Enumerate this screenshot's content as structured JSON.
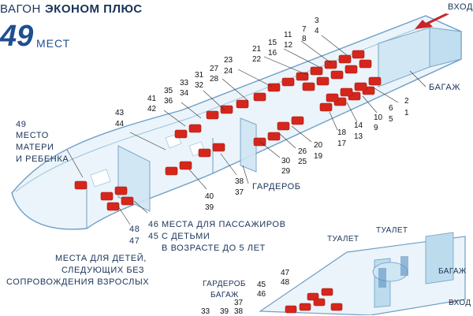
{
  "header": {
    "prefix": "ВАГОН",
    "title_bold": "ЭКОНОМ ПЛЮС",
    "seat_count": "49",
    "seat_word": "МЕСТ"
  },
  "labels": {
    "entrance": "ВХОД",
    "luggage": "БАГАЖ",
    "wardrobe": "ГАРДЕРОБ",
    "mother_lines": [
      "МЕСТО",
      "МАТЕРИ",
      "И РЕБЕНКА"
    ],
    "children_lines": [
      "МЕСТА ДЛЯ ПАССАЖИРОВ",
      "С ДЕТЬМИ",
      "В ВОЗРАСТЕ ДО 5 ЛЕТ"
    ],
    "unaccompanied_lines": [
      "МЕСТА ДЛЯ ДЕТЕЙ,",
      "СЛЕДУЮЩИХ БЕЗ",
      "СОПРОВОЖДЕНИЯ ВЗРОСЛЫХ"
    ],
    "toilet": "ТУАЛЕТ",
    "toilet2": "ТУАЛЕТ",
    "wardrobe2": "ГАРДЕРОБ",
    "luggage2": "БАГАЖ",
    "luggage3": "БАГАЖ",
    "entrance2": "ВХОД"
  },
  "seats": {
    "top": [
      "3",
      "4",
      "7",
      "8",
      "11",
      "12",
      "15",
      "16",
      "21",
      "22",
      "23",
      "24",
      "27",
      "28",
      "31",
      "32",
      "33",
      "34",
      "35",
      "36",
      "41",
      "42",
      "43",
      "44"
    ],
    "bottom": [
      "2",
      "1",
      "6",
      "5",
      "10",
      "9",
      "14",
      "13",
      "18",
      "17",
      "20",
      "19",
      "26",
      "25",
      "30",
      "29",
      "38",
      "37",
      "40",
      "39"
    ],
    "left": [
      "49",
      "46",
      "45",
      "48",
      "47"
    ],
    "lower": [
      "47",
      "48",
      "45",
      "46",
      "37",
      "38",
      "33",
      "39"
    ]
  },
  "colors": {
    "text": "#1a3358",
    "accent_blue": "#1f4f8f",
    "seat_red": "#d6261c",
    "arrow_red": "#c8262a",
    "car_line": "#6f9ec6",
    "glass": "#cfe6f3"
  }
}
